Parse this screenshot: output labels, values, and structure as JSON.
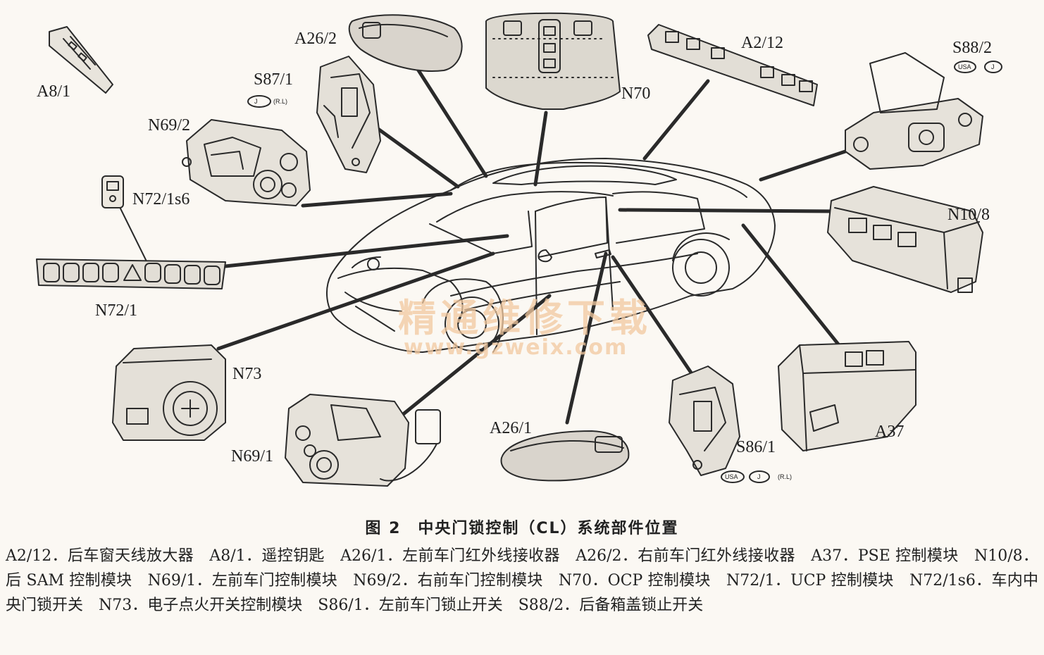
{
  "labels": {
    "a8_1": "A8/1",
    "a26_2": "A26/2",
    "s87_1": "S87/1",
    "n69_2": "N69/2",
    "n72_1s6": "N72/1s6",
    "n72_1": "N72/1",
    "n73": "N73",
    "n69_1": "N69/1",
    "a26_1": "A26/1",
    "n70": "N70",
    "a2_12": "A2/12",
    "s88_2": "S88/2",
    "n10_8": "N10/8",
    "a37": "A37",
    "s86_1": "S86/1"
  },
  "badges": {
    "usa": "USA",
    "j": "J",
    "rl": "(R.L)"
  },
  "watermark": {
    "cn": "精通维修下载",
    "url": "www.gzweix.com"
  },
  "caption": "图 2　中央门锁控制（CL）系统部件位置",
  "legend": "A2/12．后车窗天线放大器　A8/1．遥控钥匙　A26/1．左前车门红外线接收器　A26/2．右前车门红外线接收器　A37．PSE 控制模块　N10/8．后 SAM 控制模块　N69/1．左前车门控制模块　N69/2．右前车门控制模块　N70．OCP 控制模块　N72/1．UCP 控制模块　N72/1s6．车内中央门锁开关　N73．电子点火开关控制模块　S86/1．左前车门锁止开关　S88/2．后备箱盖锁止开关"
}
